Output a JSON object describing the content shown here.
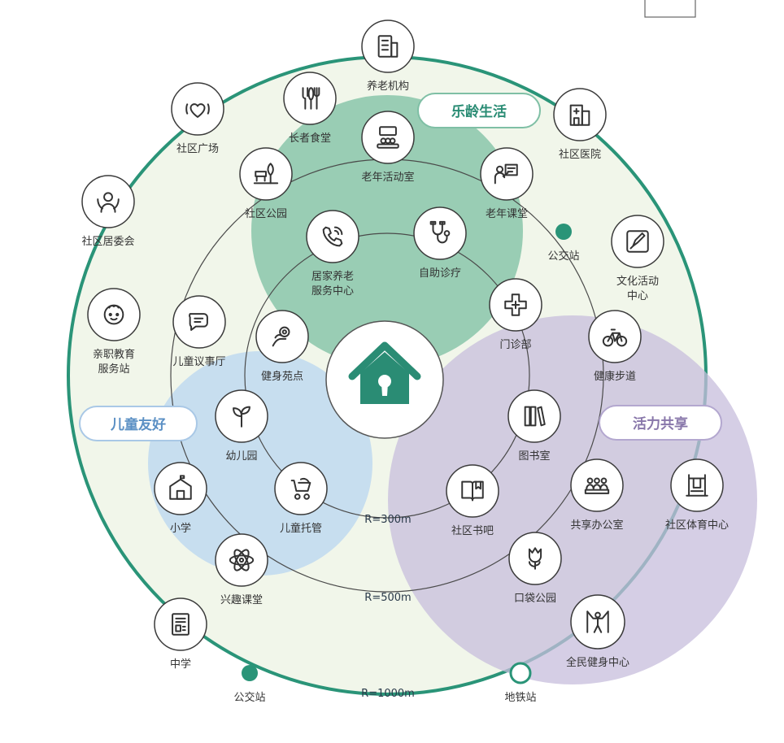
{
  "theme": {
    "ring_color": "#2a9478",
    "node_stroke": "#3a3a3a",
    "elder_fill": "#8fc9ae",
    "child_fill": "#c4dcef",
    "vital_fill": "#c7bedc",
    "center_icon": "#2a8c74",
    "elder_title_color": "#2a8c74",
    "child_title_color": "#5a8fc4",
    "vital_title_color": "#8877aa"
  },
  "zones": {
    "elder": {
      "title": "乐龄生活"
    },
    "child": {
      "title": "儿童友好"
    },
    "vital": {
      "title": "活力共享"
    }
  },
  "center": {
    "icon": "home-icon"
  },
  "radii": {
    "r300": "R=300m",
    "r500": "R=500m",
    "r1000": "R=1000m"
  },
  "stations": [
    {
      "label": "公交站",
      "style": "filled"
    },
    {
      "label": "公交站",
      "style": "filled"
    },
    {
      "label": "地铁站",
      "style": "hollow"
    }
  ],
  "facilities": [
    {
      "label": "养老机构",
      "icon": "building-icon"
    },
    {
      "label": "长者食堂",
      "icon": "utensils-icon"
    },
    {
      "label": "社区广场",
      "icon": "plaza-icon"
    },
    {
      "label": "社区医院",
      "icon": "hospital-icon"
    },
    {
      "label": "老年活动室",
      "icon": "activity-room-icon"
    },
    {
      "label": "社区公园",
      "icon": "park-icon"
    },
    {
      "label": "老年课堂",
      "icon": "classroom-icon"
    },
    {
      "label": "社区居委会",
      "icon": "community-committee-icon"
    },
    {
      "label": "居家养老",
      "label2": "服务中心",
      "icon": "phone-icon"
    },
    {
      "label": "自助诊疗",
      "icon": "stethoscope-icon"
    },
    {
      "label": "文化活动",
      "label2": "中心",
      "icon": "pen-icon"
    },
    {
      "label": "亲职教育",
      "label2": "服务站",
      "icon": "baby-face-icon"
    },
    {
      "label": "门诊部",
      "icon": "medical-cross-icon"
    },
    {
      "label": "儿童议事厅",
      "icon": "speech-bubble-icon"
    },
    {
      "label": "健身苑点",
      "icon": "fitness-icon"
    },
    {
      "label": "健康步道",
      "icon": "bicycle-icon"
    },
    {
      "label": "幼儿园",
      "icon": "sprout-icon"
    },
    {
      "label": "图书室",
      "icon": "books-icon"
    },
    {
      "label": "小学",
      "icon": "school-icon"
    },
    {
      "label": "社区书吧",
      "icon": "open-book-icon"
    },
    {
      "label": "共享办公室",
      "icon": "meeting-icon"
    },
    {
      "label": "社区体育中心",
      "icon": "sports-center-icon"
    },
    {
      "label": "儿童托管",
      "icon": "stroller-icon"
    },
    {
      "label": "兴趣课堂",
      "icon": "atom-icon"
    },
    {
      "label": "口袋公园",
      "icon": "tulip-icon"
    },
    {
      "label": "中学",
      "icon": "document-icon"
    },
    {
      "label": "全民健身中心",
      "icon": "gymnast-icon"
    }
  ]
}
